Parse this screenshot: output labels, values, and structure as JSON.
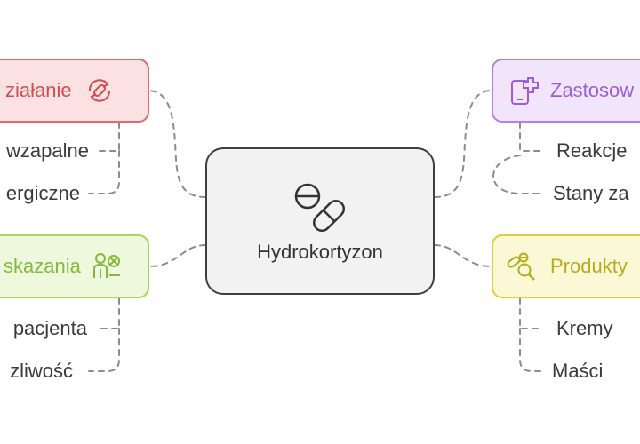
{
  "colors": {
    "red": {
      "fill": "#fbe1e1",
      "stroke": "#e06a6a",
      "text": "#d24d4d"
    },
    "green": {
      "fill": "#eef8dd",
      "stroke": "#a9d45a",
      "text": "#86b83a"
    },
    "purple": {
      "fill": "#f1e4fb",
      "stroke": "#b77ee6",
      "text": "#9b5ed6"
    },
    "yellow": {
      "fill": "#fbf8d5",
      "stroke": "#dccf3a",
      "text": "#b8ab20"
    },
    "center": {
      "fill": "#f2f2f2",
      "stroke": "#3f3f3f",
      "text": "#333333"
    },
    "connector": "#8c8c8c"
  },
  "center": {
    "label": "Hydrokortyzon",
    "icon": "pills-icon"
  },
  "branches": {
    "top_left": {
      "label": "ziałanie",
      "icon": "refresh-pill-icon",
      "children": [
        "wzapalne",
        "ergiczne"
      ]
    },
    "bottom_left": {
      "label": "skazania",
      "icon": "person-cross-icon",
      "children": [
        "pacjenta",
        "zliwość"
      ]
    },
    "top_right": {
      "label": "Zastosow",
      "icon": "phone-medical-icon",
      "children": [
        "Reakcje",
        "Stany za"
      ]
    },
    "bottom_right": {
      "label": "Produkty",
      "icon": "pills-search-icon",
      "children": [
        "Kremy",
        "Maści"
      ]
    }
  }
}
